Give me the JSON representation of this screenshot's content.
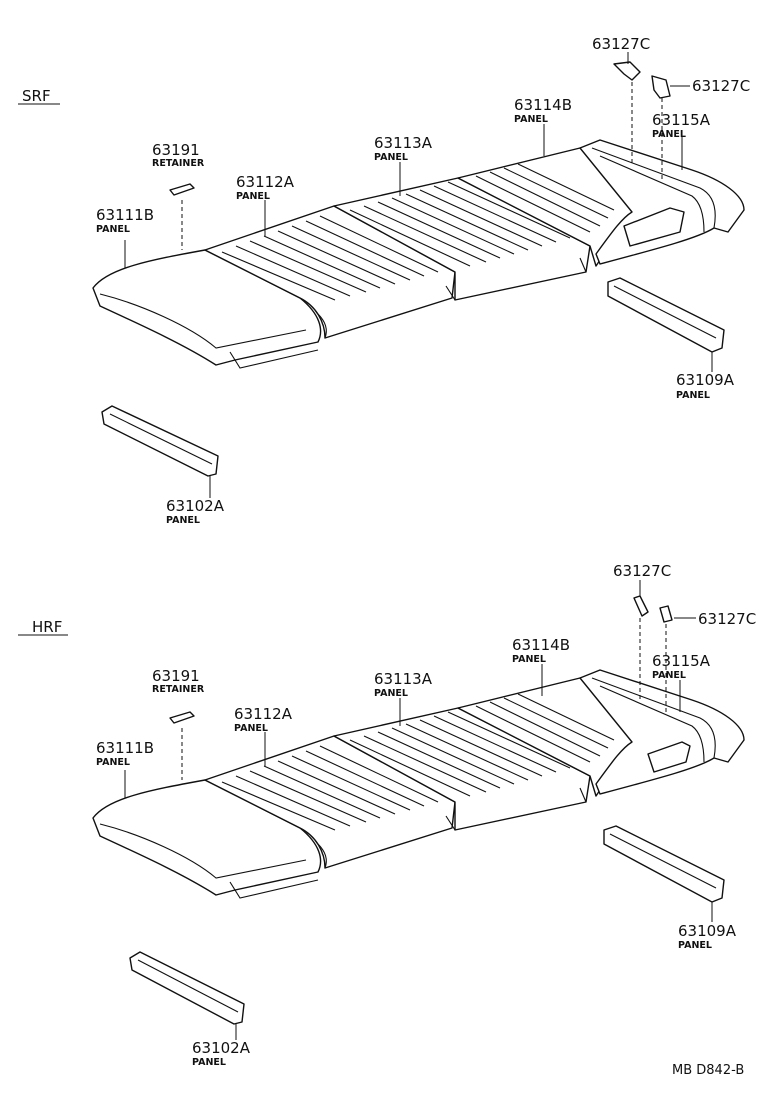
{
  "sections": [
    {
      "id": "srf",
      "label": "SRF",
      "callouts": {
        "c63127c_a": "63127C",
        "c63127c_b": "63127C",
        "c63115a": {
          "num": "63115A",
          "name": "PANEL"
        },
        "c63114b": {
          "num": "63114B",
          "name": "PANEL"
        },
        "c63113a": {
          "num": "63113A",
          "name": "PANEL"
        },
        "c63112a": {
          "num": "63112A",
          "name": "PANEL"
        },
        "c63191": {
          "num": "63191",
          "name": "RETAINER"
        },
        "c63111b": {
          "num": "63111B",
          "name": "PANEL"
        },
        "c63109a": {
          "num": "63109A",
          "name": "PANEL"
        },
        "c63102a": {
          "num": "63102A",
          "name": "PANEL"
        }
      }
    },
    {
      "id": "hrf",
      "label": "HRF",
      "callouts": {
        "c63127c_a": "63127C",
        "c63127c_b": "63127C",
        "c63115a": {
          "num": "63115A",
          "name": "PANEL"
        },
        "c63114b": {
          "num": "63114B",
          "name": "PANEL"
        },
        "c63113a": {
          "num": "63113A",
          "name": "PANEL"
        },
        "c63112a": {
          "num": "63112A",
          "name": "PANEL"
        },
        "c63191": {
          "num": "63191",
          "name": "RETAINER"
        },
        "c63111b": {
          "num": "63111B",
          "name": "PANEL"
        },
        "c63109a": {
          "num": "63109A",
          "name": "PANEL"
        },
        "c63102a": {
          "num": "63102A",
          "name": "PANEL"
        }
      }
    }
  ],
  "diagram_code": "MB D842-B"
}
